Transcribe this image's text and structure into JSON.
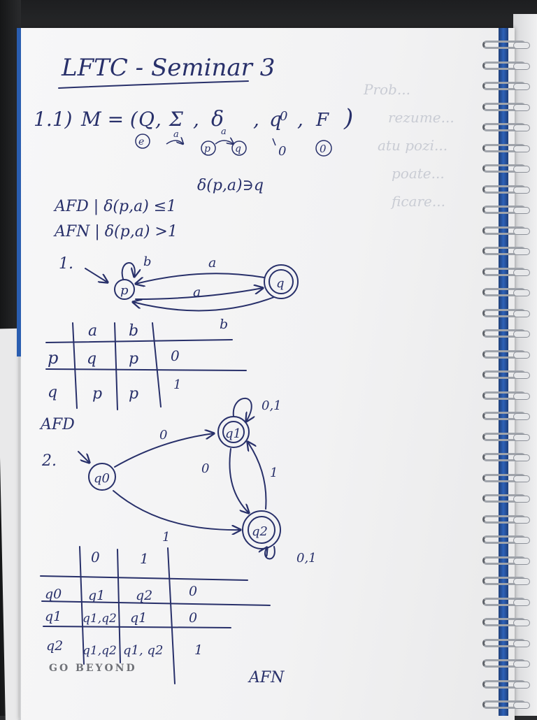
{
  "notebook": {
    "title": "LFTC - Seminar 3",
    "print_label": "GO BEYOND",
    "faint_show_through": [
      "Prob...",
      "rezume...",
      "atu pozi...",
      "poate...",
      "ficare..."
    ]
  },
  "exercise_1_1": {
    "number": "1.1)",
    "tuple_left": "M = ( Q , Σ , δ , q0 , F )",
    "tuple_open": "M = (",
    "Q": "Q",
    "Sigma": "Σ",
    "delta": "δ",
    "q0": "q",
    "q0_sub": "0",
    "F": "F",
    "close": ")",
    "sub_marks": {
      "q_circle": "e",
      "a_over_arrow": "a",
      "p_circle": "p",
      "q_circle2": "q",
      "zero": "0",
      "F_circle": "0"
    },
    "delta_def": "δ(p,a)∋q",
    "afd_rule": "AFD | δ(p,a) ≤1",
    "afn_rule": "AFN | δ(p,a) >1"
  },
  "diagram_1": {
    "number": "1.",
    "states": [
      "p",
      "q"
    ],
    "labels": {
      "self_loop_p": "b",
      "q_to_p_top": "a",
      "p_to_q": "a",
      "q_to_p_bottom": "b"
    },
    "table": {
      "headers": [
        "",
        "a",
        "b",
        ""
      ],
      "rows": [
        [
          "p",
          "q",
          "p",
          "0"
        ],
        [
          "q",
          "p",
          "p",
          "1"
        ]
      ]
    },
    "type_label": "AFD"
  },
  "diagram_2": {
    "number": "2.",
    "states": [
      "q0",
      "q1",
      "q2"
    ],
    "labels": {
      "q1_loop": "0,1",
      "q0_to_q1": "0",
      "q1_to_q2": "0",
      "q2_to_q1": "1",
      "q0_to_q2": "1",
      "q2_loop": "0,1"
    },
    "table": {
      "headers": [
        "",
        "0",
        "1",
        ""
      ],
      "rows": [
        [
          "q0",
          "q1",
          "q2",
          "0"
        ],
        [
          "q1",
          "q1,q2",
          "q1",
          "0"
        ],
        [
          "q2",
          "q1,q2",
          "q1, q2",
          "1"
        ]
      ]
    },
    "type_label": "AFN"
  }
}
